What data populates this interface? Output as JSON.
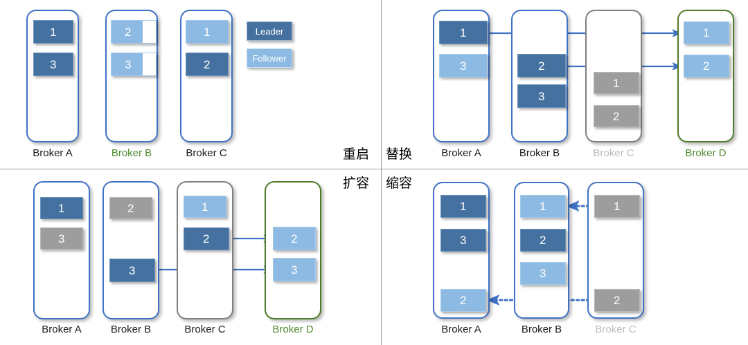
{
  "legend": {
    "leader_label": "Leader",
    "follower_label": "Follower"
  },
  "colors": {
    "leader": "#44719f",
    "follower": "#8cbae2",
    "offline": "#9d9d9d",
    "border_active": "#3f72c4",
    "border_offline": "#808080",
    "border_new": "#4f7b28",
    "arrow": "#3f72c4",
    "divider": "#9a9a9a"
  },
  "operations": {
    "restart": "重启",
    "replace": "替换",
    "scale_out": "扩容",
    "scale_in": "缩容"
  },
  "panels": [
    {
      "id": "restart",
      "op_label": "重启",
      "brokers": [
        {
          "name": "Broker A",
          "state": "active",
          "caption_style": "normal",
          "partitions": [
            {
              "id": "1",
              "role": "leader"
            },
            {
              "id": "3",
              "role": "leader"
            }
          ]
        },
        {
          "name": "Broker B",
          "state": "active",
          "caption_style": "green",
          "partitions": [
            {
              "id": "2",
              "role": "follower",
              "syncing": true
            },
            {
              "id": "3",
              "role": "follower",
              "syncing": true
            }
          ]
        },
        {
          "name": "Broker C",
          "state": "active",
          "caption_style": "normal",
          "partitions": [
            {
              "id": "1",
              "role": "follower"
            },
            {
              "id": "2",
              "role": "leader"
            }
          ]
        }
      ],
      "arrows": []
    },
    {
      "id": "replace",
      "op_label": "替换",
      "brokers": [
        {
          "name": "Broker A",
          "state": "active",
          "caption_style": "normal",
          "partitions": [
            {
              "id": "1",
              "role": "leader"
            },
            {
              "id": "3",
              "role": "follower"
            }
          ]
        },
        {
          "name": "Broker B",
          "state": "active",
          "caption_style": "normal",
          "partitions": [
            {
              "id": "2",
              "role": "leader"
            },
            {
              "id": "3",
              "role": "leader"
            }
          ]
        },
        {
          "name": "Broker C",
          "state": "offline",
          "caption_style": "gray",
          "partitions": [
            {
              "id": "1",
              "role": "offline"
            },
            {
              "id": "2",
              "role": "offline"
            }
          ]
        },
        {
          "name": "Broker D",
          "state": "new",
          "caption_style": "green",
          "partitions": [
            {
              "id": "1",
              "role": "follower"
            },
            {
              "id": "2",
              "role": "follower"
            }
          ]
        }
      ],
      "arrows": [
        {
          "from": "Broker A:1",
          "to": "Broker D:1",
          "style": "solid",
          "direction": "right"
        },
        {
          "from": "Broker B:2",
          "to": "Broker D:2",
          "style": "solid",
          "direction": "right"
        }
      ]
    },
    {
      "id": "scale_out",
      "op_label": "扩容",
      "brokers": [
        {
          "name": "Broker A",
          "state": "active",
          "caption_style": "normal",
          "partitions": [
            {
              "id": "1",
              "role": "leader"
            },
            {
              "id": "3",
              "role": "offline"
            }
          ]
        },
        {
          "name": "Broker B",
          "state": "active",
          "caption_style": "normal",
          "partitions": [
            {
              "id": "2",
              "role": "offline"
            },
            {
              "id": "3",
              "role": "leader"
            }
          ]
        },
        {
          "name": "Broker C",
          "state": "offline",
          "caption_style": "normal",
          "partitions": [
            {
              "id": "1",
              "role": "follower"
            },
            {
              "id": "2",
              "role": "leader"
            }
          ]
        },
        {
          "name": "Broker D",
          "state": "new",
          "caption_style": "green",
          "partitions": [
            {
              "id": "2",
              "role": "follower"
            },
            {
              "id": "3",
              "role": "follower"
            }
          ]
        }
      ],
      "arrows": [
        {
          "from": "Broker C:2",
          "to": "Broker D:2",
          "style": "solid",
          "direction": "right"
        },
        {
          "from": "Broker B:3",
          "to": "Broker D:3",
          "style": "solid",
          "direction": "right"
        }
      ]
    },
    {
      "id": "scale_in",
      "op_label": "缩容",
      "brokers": [
        {
          "name": "Broker A",
          "state": "active",
          "caption_style": "normal",
          "partitions": [
            {
              "id": "1",
              "role": "leader"
            },
            {
              "id": "3",
              "role": "leader"
            },
            {
              "id": "2",
              "role": "follower"
            }
          ]
        },
        {
          "name": "Broker B",
          "state": "active",
          "caption_style": "normal",
          "partitions": [
            {
              "id": "1",
              "role": "follower"
            },
            {
              "id": "2",
              "role": "leader"
            },
            {
              "id": "3",
              "role": "follower"
            }
          ]
        },
        {
          "name": "Broker C",
          "state": "offline",
          "caption_style": "gray",
          "partitions": [
            {
              "id": "1",
              "role": "offline"
            },
            {
              "id": "2",
              "role": "offline"
            }
          ]
        }
      ],
      "arrows": [
        {
          "from": "Broker C:1",
          "to": "Broker B:1",
          "style": "dotted",
          "direction": "left"
        },
        {
          "from": "Broker C:2",
          "to": "Broker A:2",
          "style": "dotted",
          "direction": "left"
        }
      ]
    }
  ]
}
